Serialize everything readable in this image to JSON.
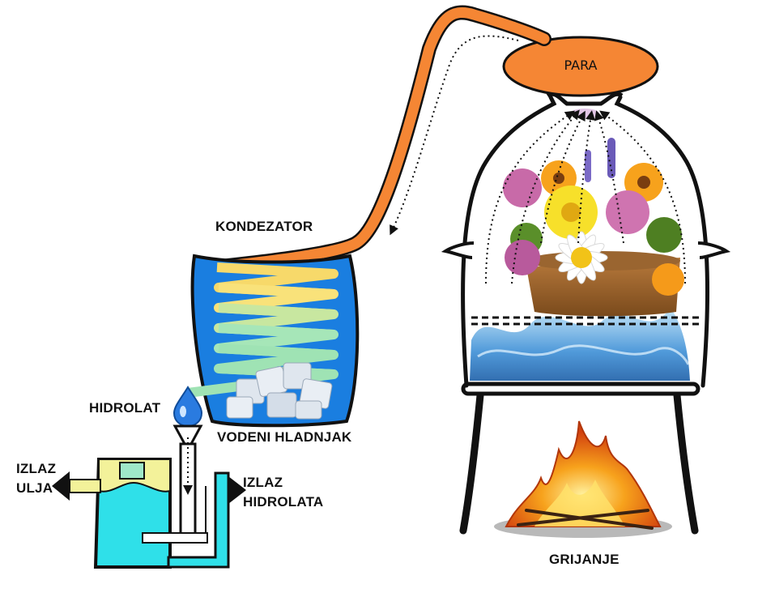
{
  "labels": {
    "steam": "PARA",
    "condenser": "KONDEZATOR",
    "hydrolat": "HIDROLAT",
    "water_cooler": "VODENI HLADNJAK",
    "oil_outlet_line1": "IZLAZ",
    "oil_outlet_line2": "ULJA",
    "hydrolat_outlet_line1": "IZLAZ",
    "hydrolat_outlet_line2": "HIDROLATA",
    "heating": "GRIJANJE"
  },
  "colors": {
    "steam_pipe": "#f58634",
    "cooler_body": "#1a7ee0",
    "coil_hot": "#f7d96a",
    "coil_cool": "#9fe3b4",
    "separator": "#2fe0e9",
    "oil_layer": "#f3f29a",
    "water": "#3d8fd6",
    "flame": "#f26a1b"
  },
  "icons": [
    "water-drop-icon",
    "ice-cubes-icon",
    "flowers-icon",
    "fire-icon",
    "arrow-left-icon",
    "arrow-right-icon"
  ]
}
